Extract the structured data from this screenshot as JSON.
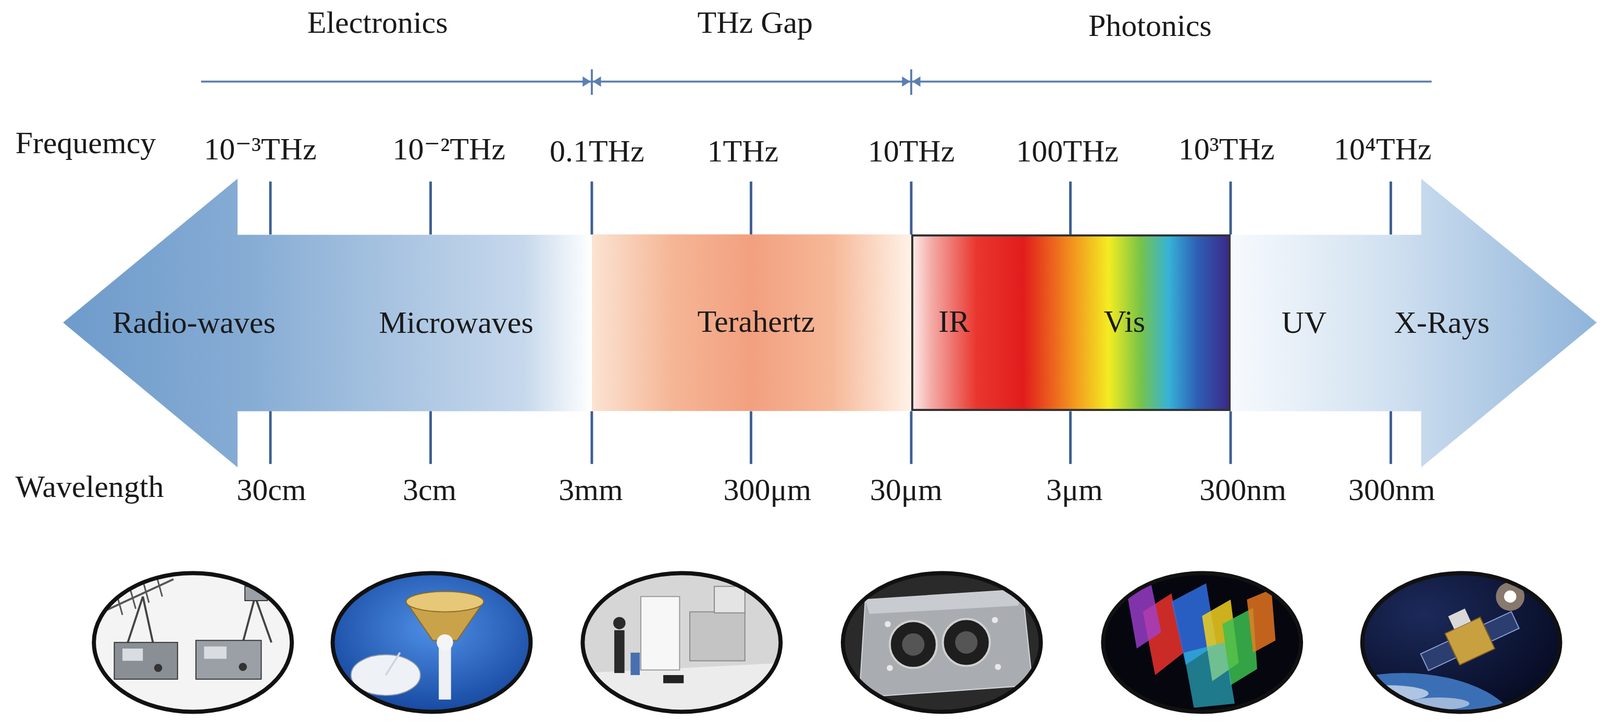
{
  "diagram": {
    "nodes": [
      {
        "text": [
          "Radio-waves",
          "Microwaves",
          "UV",
          "X-Rays"
        ]
      },
      {
        "text": [
          "Terahertz"
        ],
        "in": 0
      },
      {
        "text": [
          "IR",
          "Vis"
        ],
        "in": 0
      }
    ],
    "labels": [
      "Electronics",
      "THz Gap",
      "Photonics",
      "Frequemcy",
      "10⁻³THz",
      "10⁻²THz",
      "0.1THz",
      "1THz",
      "10THz",
      "100THz",
      "10³THz",
      "10⁴THz",
      "Wavelength",
      "30cm",
      "3cm",
      "3mm",
      "300μm",
      "30μm",
      "3μm",
      "300nm",
      "300nm"
    ]
  }
}
